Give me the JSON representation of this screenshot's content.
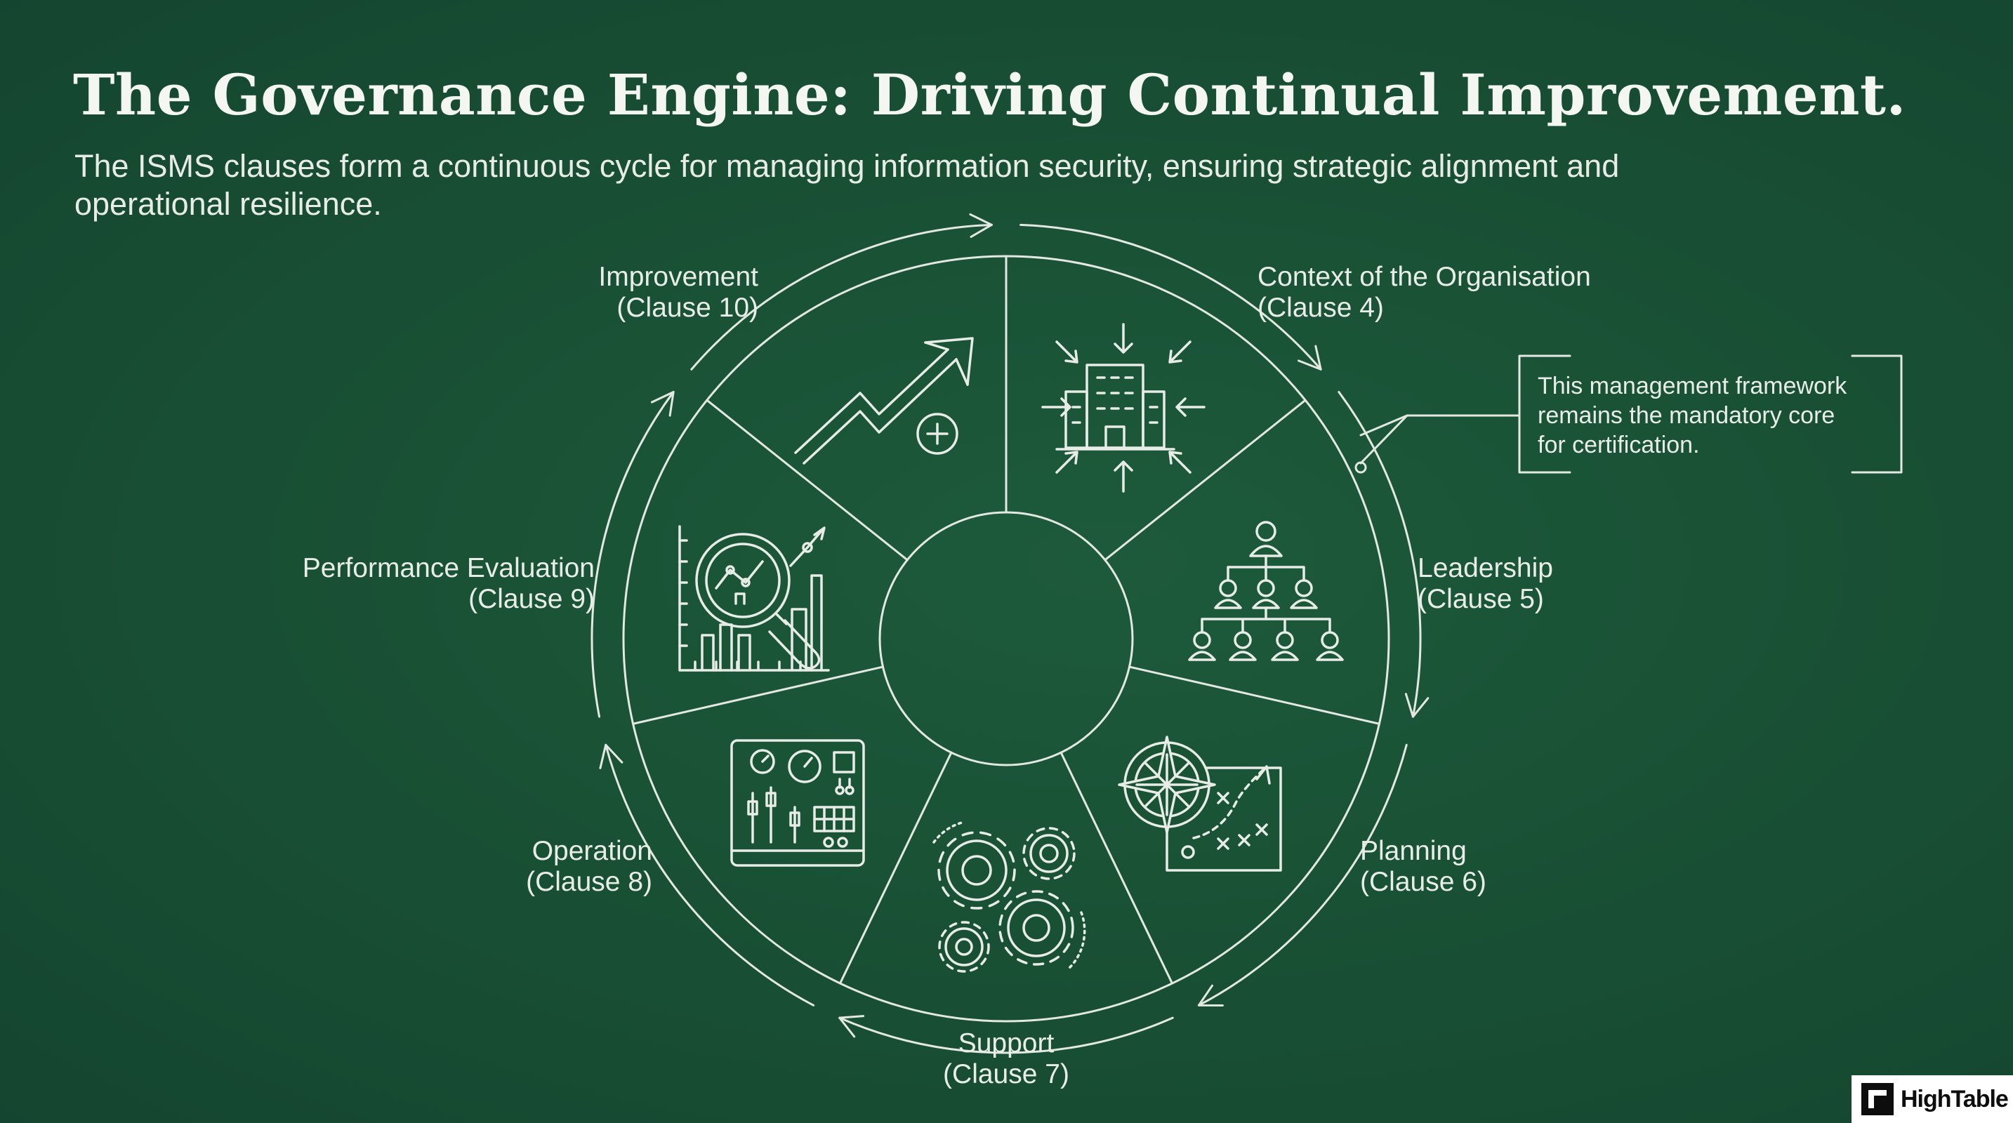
{
  "title": "The Governance Engine: Driving Continual Improvement.",
  "subtitle": "The ISMS clauses form a continuous cycle for managing information security, ensuring strategic alignment and operational resilience.",
  "clauses": [
    {
      "name": "Context of the Organisation",
      "clause": "(Clause 4)",
      "icon": "building-inputs-icon"
    },
    {
      "name": "Leadership",
      "clause": "(Clause 5)",
      "icon": "org-chart-icon"
    },
    {
      "name": "Planning",
      "clause": "(Clause 6)",
      "icon": "compass-strategy-icon"
    },
    {
      "name": "Support",
      "clause": "(Clause 7)",
      "icon": "gears-icon"
    },
    {
      "name": "Operation",
      "clause": "(Clause 8)",
      "icon": "control-panel-icon"
    },
    {
      "name": "Performance Evaluation",
      "clause": "(Clause 9)",
      "icon": "magnifier-chart-icon"
    },
    {
      "name": "Improvement",
      "clause": "(Clause 10)",
      "icon": "growth-arrow-icon"
    }
  ],
  "callout": {
    "lines": [
      "This management framework",
      "remains the mandatory core",
      "for certification."
    ]
  },
  "logo": {
    "text": "HighTable"
  },
  "colors": {
    "background": "#1a5236",
    "line": "#e3e8e1",
    "logo_bg": "#ffffff"
  }
}
